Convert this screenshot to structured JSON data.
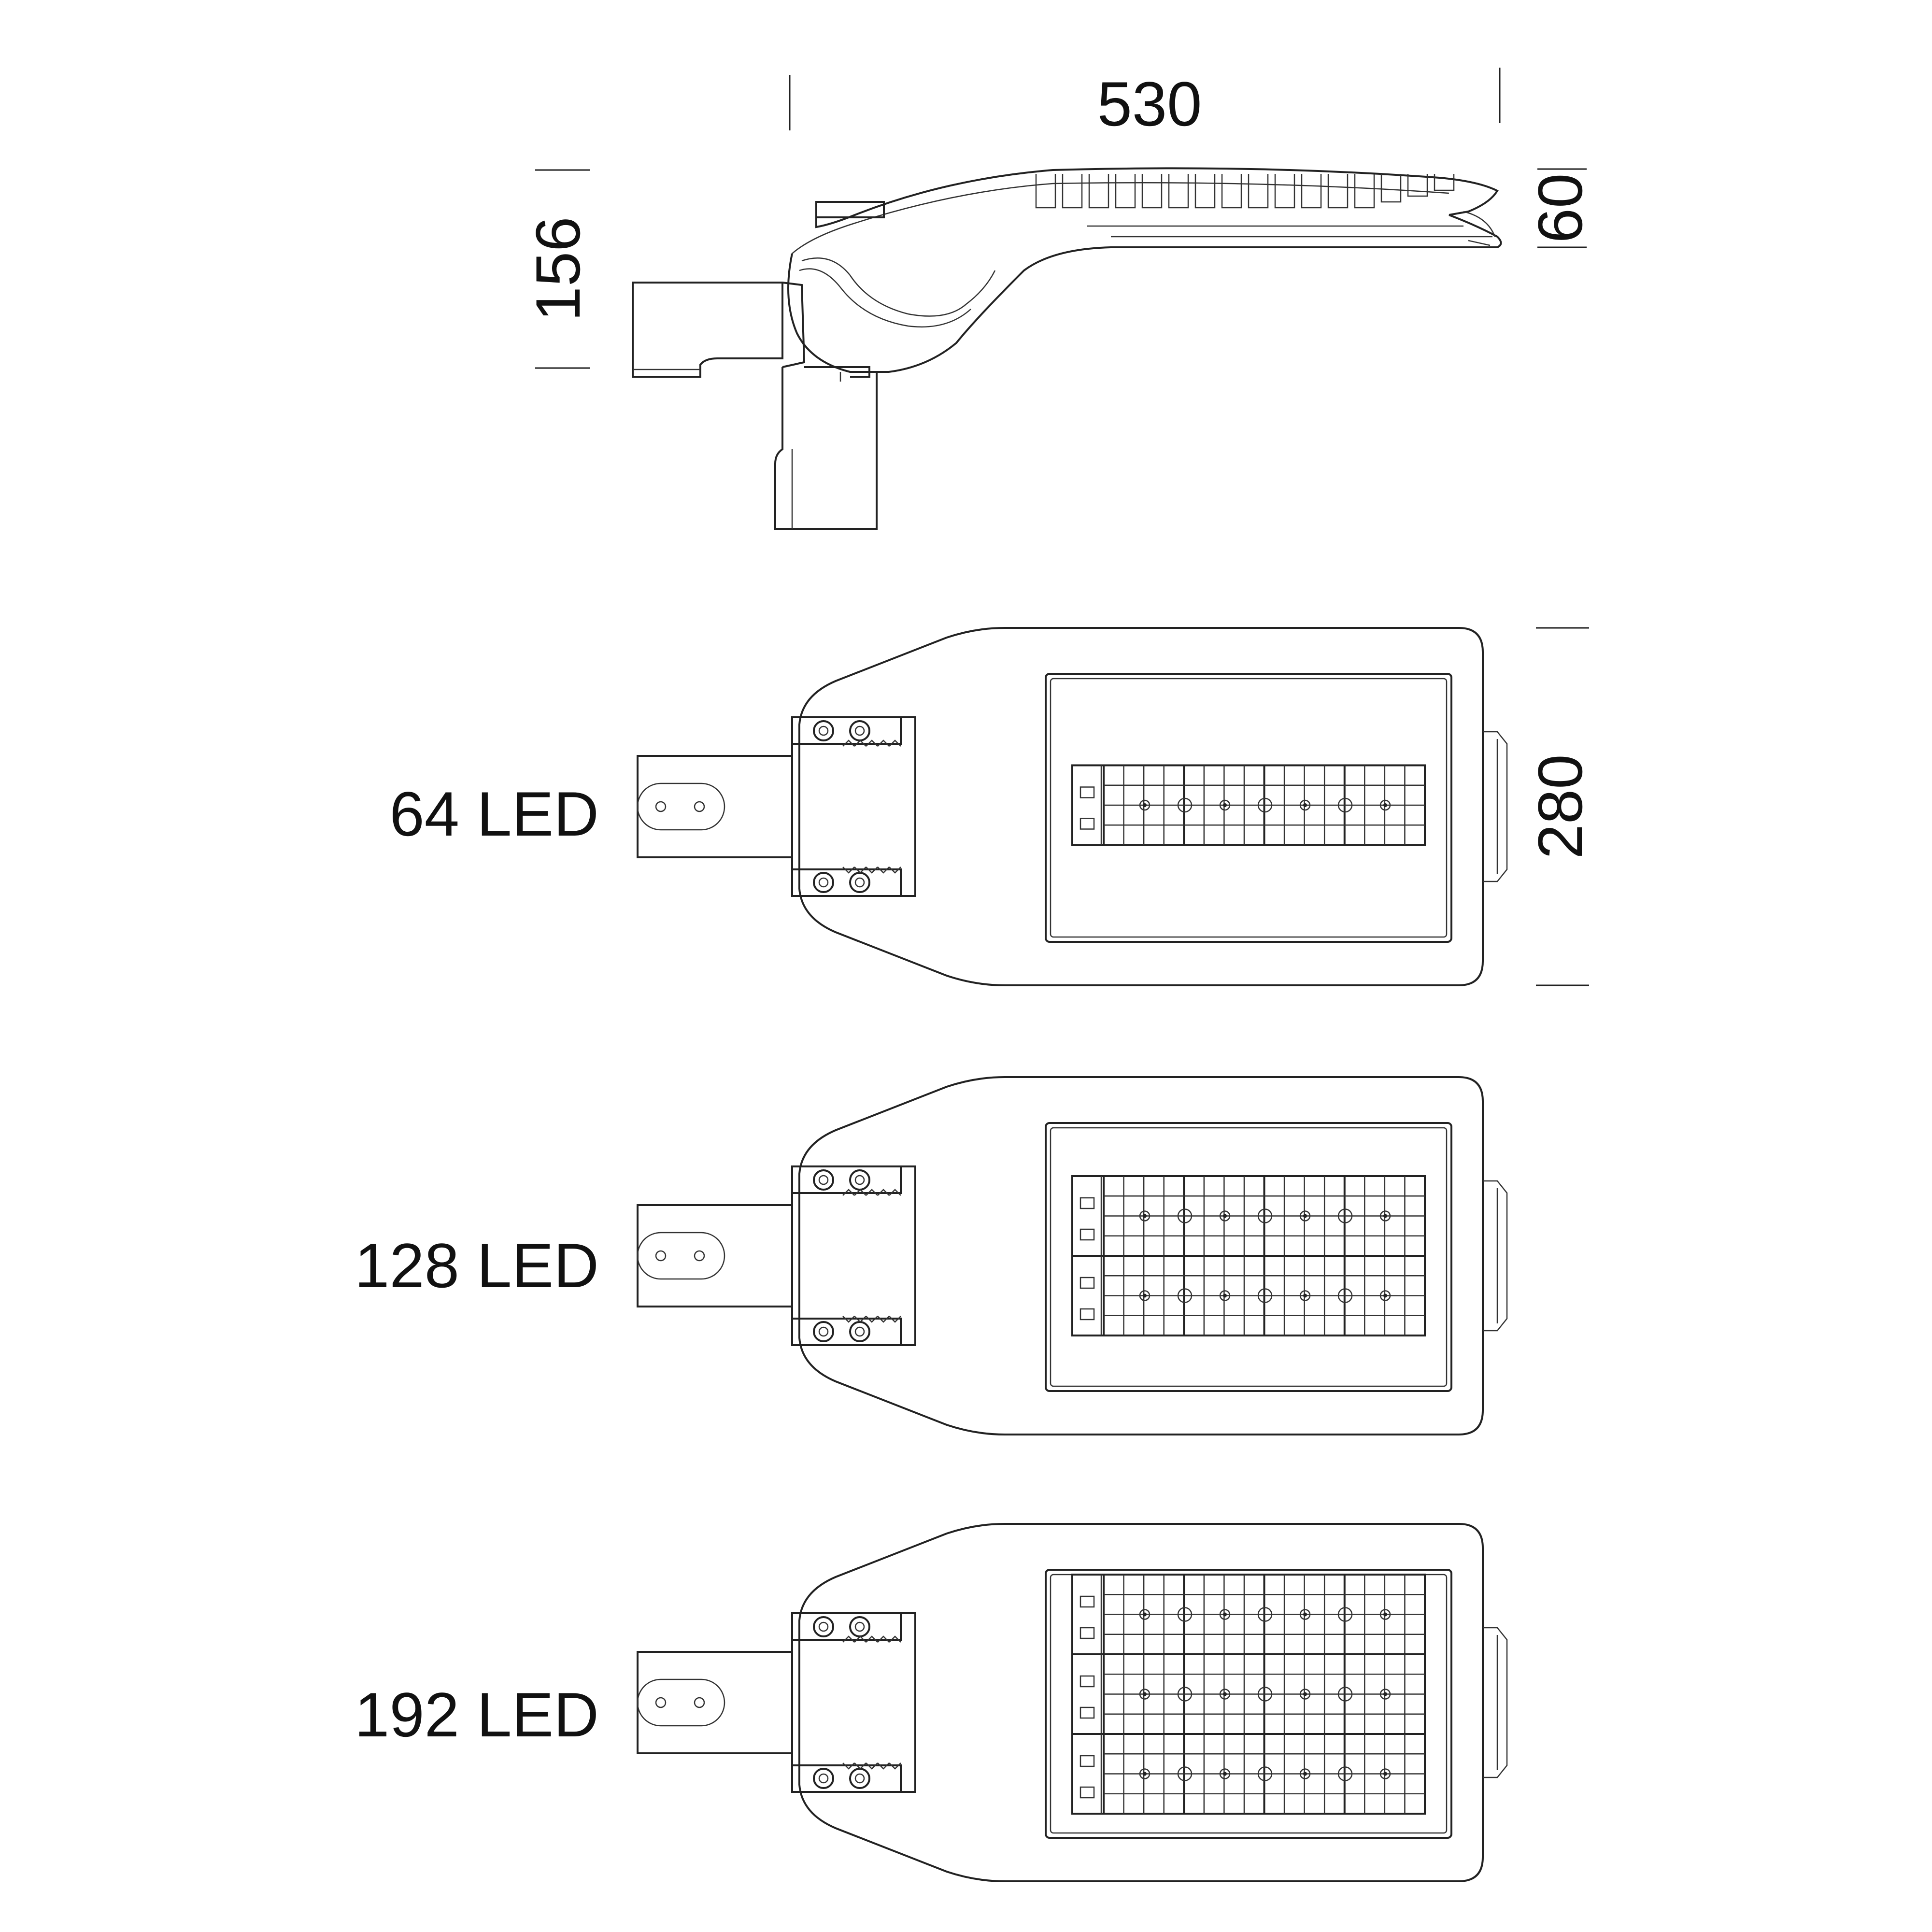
{
  "dimensions": {
    "length": "530",
    "height": "156",
    "head_height": "60",
    "width": "280"
  },
  "variants": [
    {
      "label": "64 LED",
      "led_count": 64,
      "modules": 1
    },
    {
      "label": "128 LED",
      "led_count": 128,
      "modules": 2
    },
    {
      "label": "192 LED",
      "led_count": 192,
      "modules": 3
    }
  ],
  "colors": {
    "line": "#222222",
    "background": "#ffffff"
  }
}
